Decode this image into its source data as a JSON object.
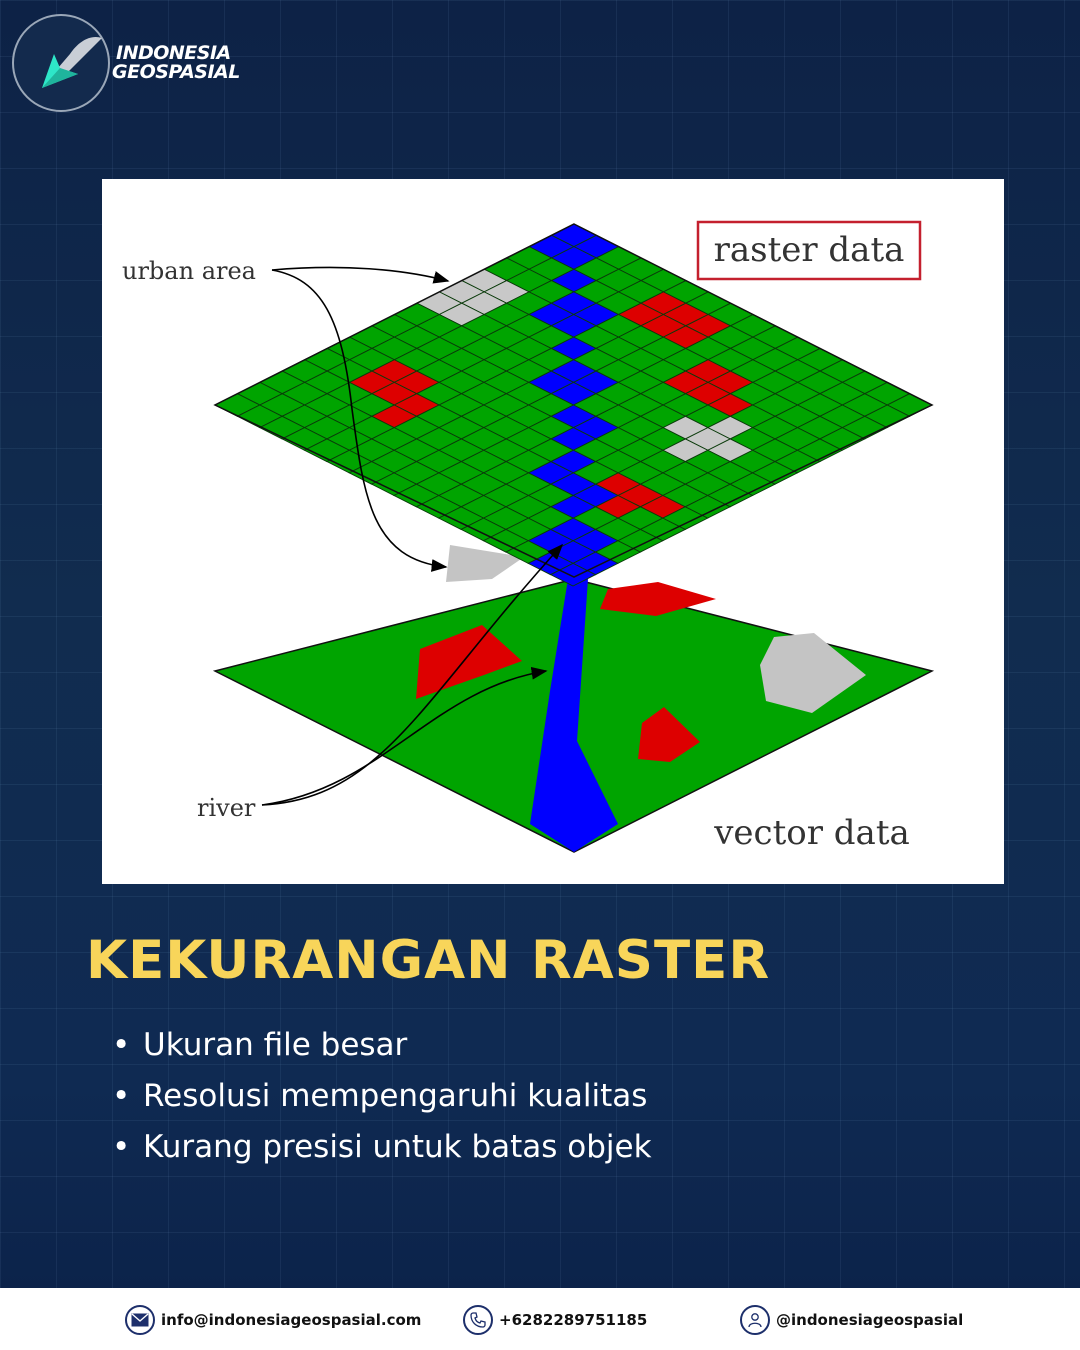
{
  "brand": {
    "line1": "INDONESIA",
    "line2": "GEOSPASIAL",
    "icon": "arrow-logo-icon"
  },
  "figure": {
    "legend_raster": "raster data",
    "legend_vector": "vector data",
    "label_urban": "urban area",
    "label_river": "river",
    "colors": {
      "land": "#00a400",
      "water": "#0000ff",
      "urban": "#c8c8c8",
      "built": "#dd0000"
    }
  },
  "heading": "KEKURANGAN RASTER",
  "bullets": [
    "Ukuran file besar",
    "Resolusi mempengaruhi kualitas",
    "Kurang presisi untuk batas objek"
  ],
  "footer": {
    "email": "info@indonesiageospasial.com",
    "phone": "+6282289751185",
    "social": "@indonesiageospasial",
    "icons": [
      "mail-icon",
      "phone-icon",
      "user-icon"
    ]
  },
  "colors": {
    "heading": "#f8d55a",
    "background": "#0f2a52"
  }
}
